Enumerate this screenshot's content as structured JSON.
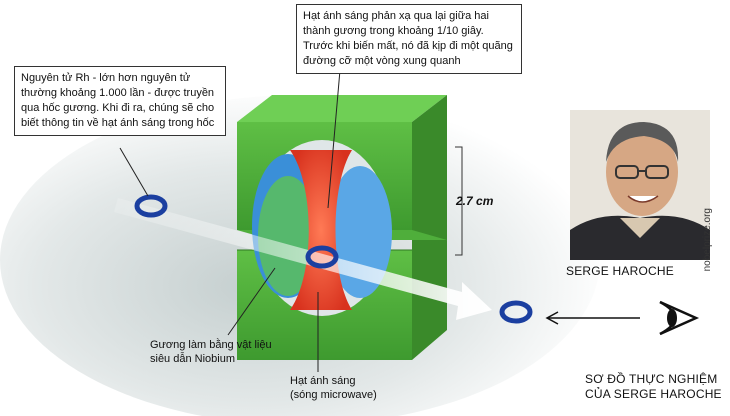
{
  "callout_top": "Hạt ánh sáng phản xạ qua lại giữa hai thành gương trong khoảng 1/10 giây. Trước khi biến mất, nó đã kịp đi một quãng đường cỡ một vòng xung quanh",
  "callout_left": "Nguyên tử Rh - lớn hơn nguyên tử thường khoảng 1.000 lần - được truyền qua hốc gương. Khi đi ra, chúng sẽ cho biết thông tin về hạt ánh sáng trong hốc",
  "dimension": "2.7 cm",
  "mirror_label": "Gương làm bằng vật liệu siêu dẫn Niobium",
  "photon_label_line1": "Hạt ánh sáng",
  "photon_label_line2": "(sóng microwave)",
  "person_name": "SERGE HAROCHE",
  "photo_credit": "nobelprize.org",
  "caption_line1": "SƠ ĐỒ THỰC NGHIỆM",
  "caption_line2": "CỦA SERGE HAROCHE",
  "colors": {
    "cavity_green": "#4caf3a",
    "field_red": "#e8412a",
    "mirror_blue": "#3a8fd8",
    "atom_ring": "#1b3fa0"
  }
}
